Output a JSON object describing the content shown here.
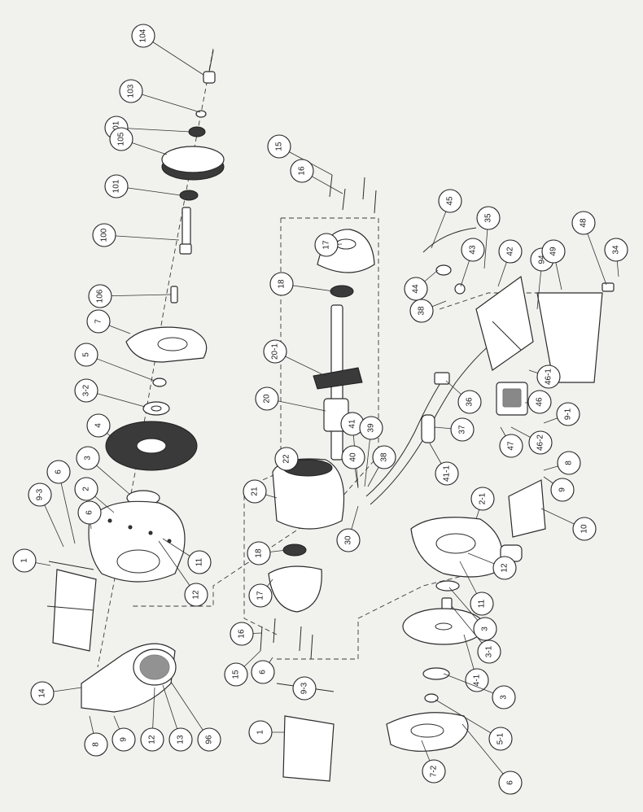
{
  "callouts": [
    {
      "label": "104"
    },
    {
      "label": "103"
    },
    {
      "label": "101"
    },
    {
      "label": "105"
    },
    {
      "label": "101"
    },
    {
      "label": "100"
    },
    {
      "label": "106"
    },
    {
      "label": "7"
    },
    {
      "label": "5"
    },
    {
      "label": "3-2"
    },
    {
      "label": "4"
    },
    {
      "label": "3"
    },
    {
      "label": "2"
    },
    {
      "label": "6"
    },
    {
      "label": "9-3"
    },
    {
      "label": "1"
    },
    {
      "label": "6"
    },
    {
      "label": "11"
    },
    {
      "label": "12"
    },
    {
      "label": "14"
    },
    {
      "label": "8"
    },
    {
      "label": "9"
    },
    {
      "label": "12"
    },
    {
      "label": "13"
    },
    {
      "label": "96"
    },
    {
      "label": "15"
    },
    {
      "label": "16"
    },
    {
      "label": "17"
    },
    {
      "label": "18"
    },
    {
      "label": "20-1"
    },
    {
      "label": "20"
    },
    {
      "label": "22"
    },
    {
      "label": "21"
    },
    {
      "label": "18"
    },
    {
      "label": "17"
    },
    {
      "label": "16"
    },
    {
      "label": "15"
    },
    {
      "label": "6"
    },
    {
      "label": "9-3"
    },
    {
      "label": "1"
    },
    {
      "label": "41"
    },
    {
      "label": "40"
    },
    {
      "label": "39"
    },
    {
      "label": "38"
    },
    {
      "label": "30"
    },
    {
      "label": "45"
    },
    {
      "label": "44"
    },
    {
      "label": "43"
    },
    {
      "label": "35"
    },
    {
      "label": "38"
    },
    {
      "label": "42"
    },
    {
      "label": "94"
    },
    {
      "label": "49"
    },
    {
      "label": "48"
    },
    {
      "label": "34"
    },
    {
      "label": "36"
    },
    {
      "label": "37"
    },
    {
      "label": "41-1"
    },
    {
      "label": "46"
    },
    {
      "label": "46-1"
    },
    {
      "label": "46-2"
    },
    {
      "label": "47"
    },
    {
      "label": "9-1"
    },
    {
      "label": "8"
    },
    {
      "label": "9"
    },
    {
      "label": "10"
    },
    {
      "label": "2-1"
    },
    {
      "label": "12"
    },
    {
      "label": "11"
    },
    {
      "label": "3"
    },
    {
      "label": "3-1"
    },
    {
      "label": "4-1"
    },
    {
      "label": "3"
    },
    {
      "label": "5-1"
    },
    {
      "label": "7-2"
    },
    {
      "label": "6"
    }
  ]
}
